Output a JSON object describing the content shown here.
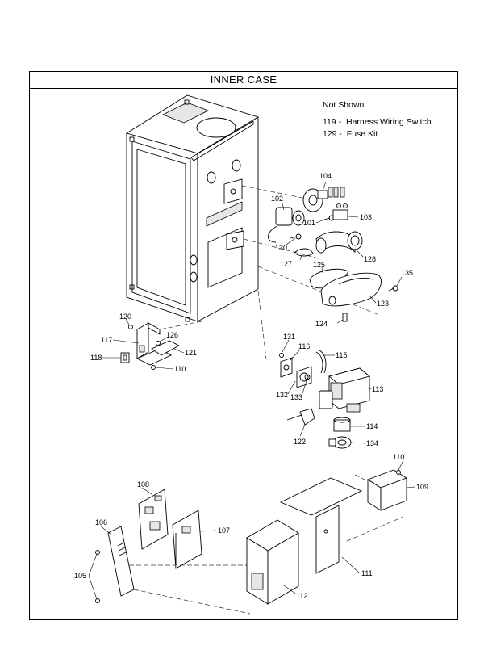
{
  "title": "INNER CASE",
  "not_shown": {
    "header": "Not Shown",
    "items": [
      {
        "number": "119 -",
        "name": "Harness Wiring Switch"
      },
      {
        "number": "129 -",
        "name": "Fuse Kit"
      }
    ]
  },
  "callouts": {
    "c101": "101",
    "c102": "102",
    "c103": "103",
    "c104": "104",
    "c105": "105",
    "c106": "106",
    "c107": "107",
    "c108": "108",
    "c109": "109",
    "c110a": "110",
    "c110b": "110",
    "c111": "111",
    "c112": "112",
    "c113": "113",
    "c114": "114",
    "c115": "115",
    "c116": "116",
    "c117": "117",
    "c118": "118",
    "c120": "120",
    "c121": "121",
    "c122": "122",
    "c123": "123",
    "c124": "124",
    "c125": "125",
    "c126": "126",
    "c127": "127",
    "c128": "128",
    "c130": "130",
    "c131": "131",
    "c132": "132",
    "c133": "133",
    "c134": "134",
    "c135": "135"
  }
}
